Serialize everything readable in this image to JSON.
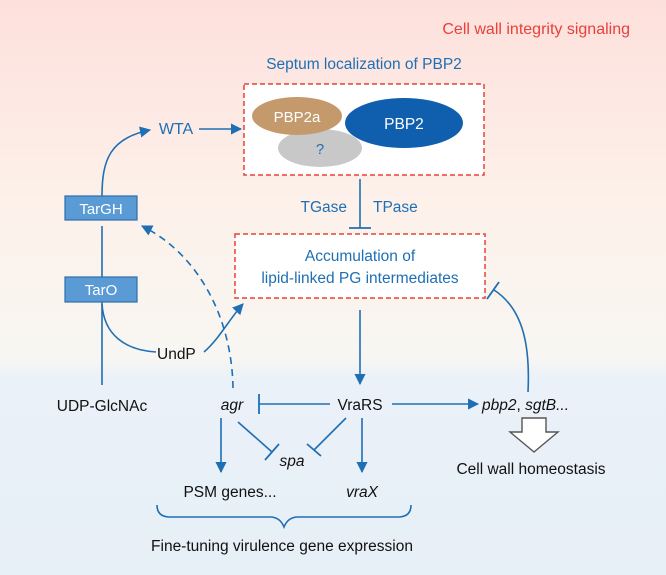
{
  "title": "Cell wall integrity signaling",
  "septum": {
    "label": "Septum localization of PBP2",
    "pbp2a": "PBP2a",
    "pbp2": "PBP2",
    "unknown": "?"
  },
  "wta": "WTA",
  "targh": "TarGH",
  "taro": "TarO",
  "tgase": "TGase",
  "tpase": "TPase",
  "accumulation": {
    "line1": "Accumulation of",
    "line2": "lipid-linked PG intermediates"
  },
  "undp": "UndP",
  "udp_glcnac": "UDP-GlcNAc",
  "agr": "agr",
  "vrars": "VraRS",
  "targets": {
    "pbp2": "pbp2",
    "sep": ", ",
    "sgtb": "sgtB..."
  },
  "homeostasis": "Cell wall homeostasis",
  "spa": "spa",
  "psm": "PSM genes...",
  "vrax": "vraX",
  "footer": "Fine-tuning virulence gene expression",
  "colors": {
    "blue": "#1f6fb4",
    "red_dashed": "#e8403a",
    "pbp2a_fill": "#c49a6c",
    "pbp2_fill": "#0f5fae",
    "unknown_fill": "#c8c8c8",
    "box_fill": "#5b9bd5",
    "bg_top": "#fde0dc",
    "bg_mid": "#fdf3ea",
    "bg_bottom": "#e7f0f8"
  }
}
